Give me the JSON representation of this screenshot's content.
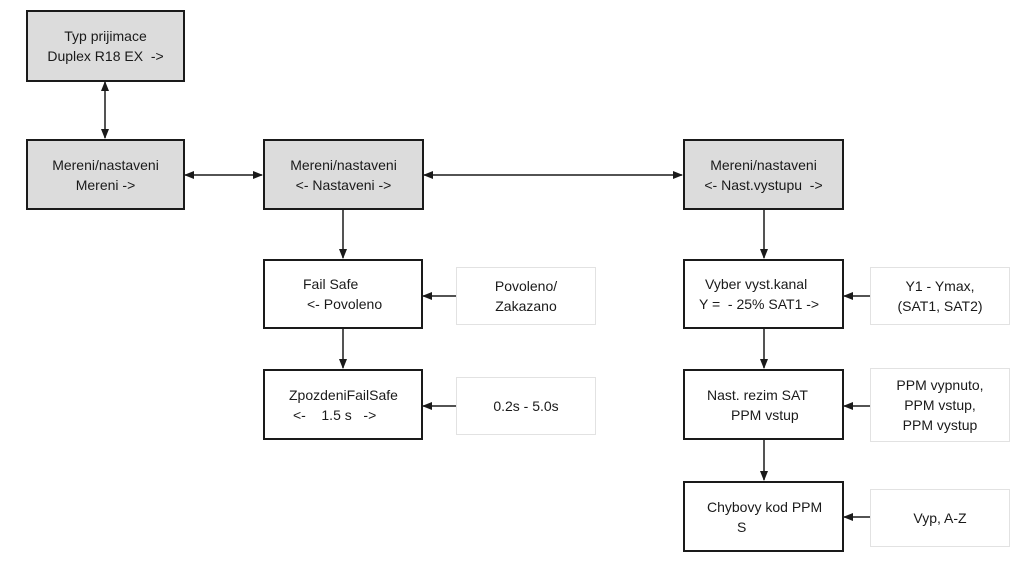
{
  "boxes": {
    "typ": {
      "line1": "Typ prijimace",
      "line2": "Duplex R18 EX  ->"
    },
    "mereni": {
      "line1": "Mereni/nastaveni",
      "line2": "Mereni ->"
    },
    "nastaveni": {
      "line1": "Mereni/nastaveni",
      "line2": "<- Nastaveni ->"
    },
    "nast_vystupu": {
      "line1": "Mereni/nastaveni",
      "line2": "<- Nast.vystupu  ->"
    },
    "fail_safe": {
      "line1": "Fail Safe",
      "line2": "<- Povoleno"
    },
    "zpozdeni": {
      "line1": "ZpozdeniFailSafe",
      "line2": "<-    1.5 s   ->"
    },
    "vyber": {
      "line1": "Vyber vyst.kanal",
      "line2": "Y =  - 25% SAT1 ->"
    },
    "rezim": {
      "line1": "Nast. rezim SAT",
      "line2": "PPM vstup"
    },
    "chybovy": {
      "line1": "Chybovy kod PPM",
      "line2": "S"
    }
  },
  "options": {
    "povoleno": {
      "line1": "Povoleno/",
      "line2": "Zakazano"
    },
    "range": {
      "line1": "0.2s - 5.0s"
    },
    "y1": {
      "line1": "Y1 - Ymax,",
      "line2": "(SAT1, SAT2)"
    },
    "ppm": {
      "line1": "PPM vypnuto,",
      "line2": "PPM vstup,",
      "line3": "PPM vystup"
    },
    "vyp": {
      "line1": "Vyp, A-Z"
    }
  },
  "colors": {
    "node_fill": "#dcdcdc",
    "stroke": "#1a1a1a"
  }
}
